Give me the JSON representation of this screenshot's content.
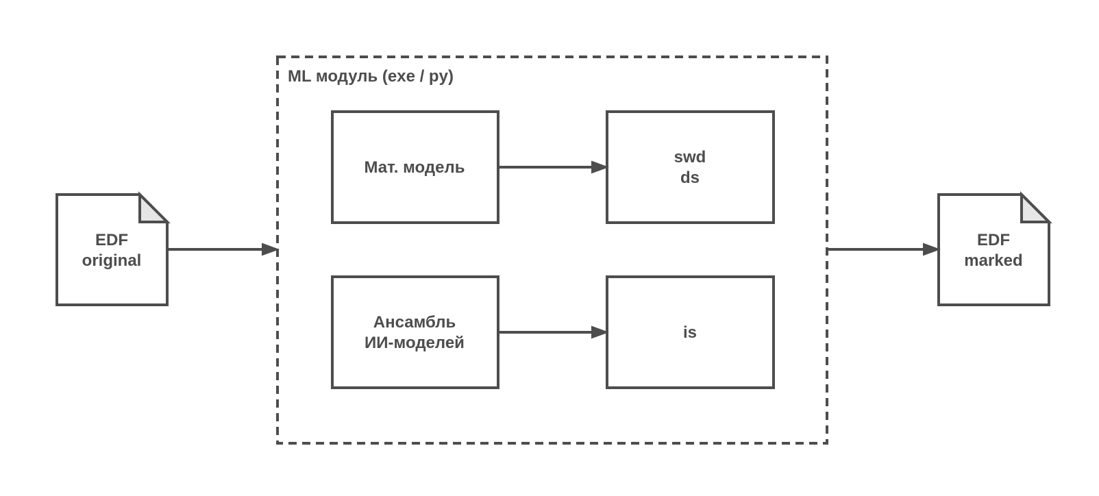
{
  "colors": {
    "stroke": "#4d4d4d",
    "text": "#4d4d4d",
    "fold": "#e6e6e6",
    "background": "#ffffff"
  },
  "container": {
    "title": "ML модуль (exe / py)"
  },
  "nodes": {
    "edf_original": {
      "line1": "EDF",
      "line2": "original"
    },
    "mat_model": {
      "label": "Мат. модель"
    },
    "swd_ds": {
      "line1": "swd",
      "line2": "ds"
    },
    "ensemble": {
      "line1": "Ансамбль",
      "line2": "ИИ-моделей"
    },
    "is": {
      "label": "is"
    },
    "edf_marked": {
      "line1": "EDF",
      "line2": "marked"
    }
  }
}
